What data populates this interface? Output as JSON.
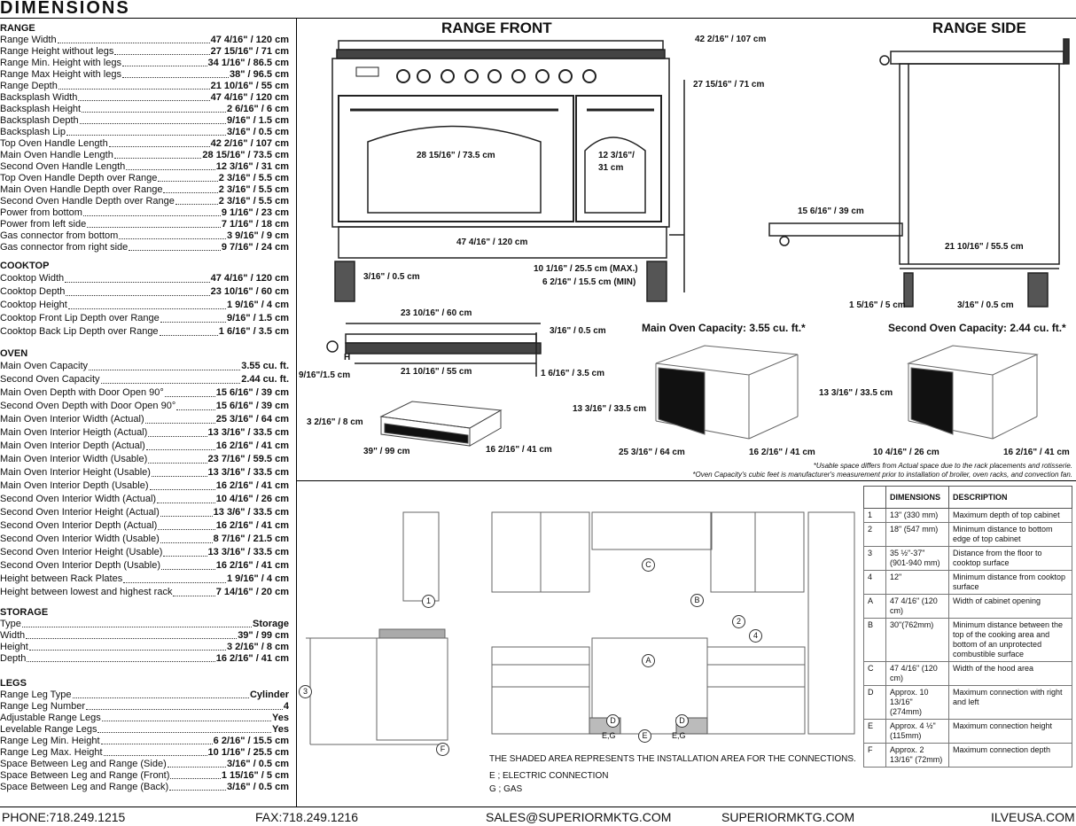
{
  "page": {
    "title": "DIMENSIONS"
  },
  "range": {
    "heading": "RANGE",
    "rows": [
      {
        "label": "Range Width",
        "value": "47 4/16\" / 120 cm"
      },
      {
        "label": "Range Height without legs",
        "value": "27 15/16\" / 71 cm"
      },
      {
        "label": "Range Min. Height with legs",
        "value": "34 1/16\" / 86.5 cm"
      },
      {
        "label": "Range Max Height with legs",
        "value": "38\" / 96.5 cm"
      },
      {
        "label": "Range Depth",
        "value": "21 10/16\" / 55 cm"
      },
      {
        "label": "Backsplash Width",
        "value": "47 4/16\" / 120 cm"
      },
      {
        "label": "Backsplash Height",
        "value": "2 6/16\" / 6 cm"
      },
      {
        "label": "Backsplash Depth",
        "value": "9/16\" / 1.5 cm"
      },
      {
        "label": "Backsplash Lip",
        "value": "3/16\" / 0.5 cm"
      },
      {
        "label": "Top Oven Handle Length",
        "value": "42 2/16\" / 107 cm"
      },
      {
        "label": "Main Oven Handle Length",
        "value": "28 15/16\" / 73.5 cm"
      },
      {
        "label": "Second Oven Handle Length",
        "value": "12 3/16\" / 31 cm"
      },
      {
        "label": "Top Oven Handle Depth over Range",
        "value": "2 3/16\" / 5.5 cm"
      },
      {
        "label": "Main Oven Handle Depth over Range",
        "value": "2 3/16\" / 5.5 cm"
      },
      {
        "label": "Second Oven Handle Depth over Range",
        "value": "2 3/16\" / 5.5 cm"
      },
      {
        "label": "Power from bottom",
        "value": "9 1/16\" / 23 cm"
      },
      {
        "label": "Power from left side",
        "value": "7 1/16\" / 18 cm"
      },
      {
        "label": "Gas connector from bottom",
        "value": "3 9/16\" / 9 cm"
      },
      {
        "label": "Gas connector from right side",
        "value": "9 7/16\" / 24 cm"
      }
    ]
  },
  "cooktop": {
    "heading": "COOKTOP",
    "rows": [
      {
        "label": "Cooktop Width",
        "value": "47 4/16\" / 120 cm"
      },
      {
        "label": "Cooktop Depth",
        "value": "23 10/16\" / 60 cm"
      },
      {
        "label": "Cooktop Height",
        "value": "1 9/16\" / 4 cm"
      },
      {
        "label": "Cooktop Front Lip Depth over Range",
        "value": "9/16\" / 1.5 cm"
      },
      {
        "label": "Cooktop Back Lip Depth over Range",
        "value": "1 6/16\" / 3.5 cm"
      }
    ]
  },
  "oven": {
    "heading": "OVEN",
    "rows": [
      {
        "label": "Main Oven Capacity",
        "value": "3.55 cu. ft."
      },
      {
        "label": "Second Oven Capacity",
        "value": "2.44 cu. ft."
      },
      {
        "label": "Main Oven Depth with Door Open 90°",
        "value": "15 6/16\" / 39 cm"
      },
      {
        "label": "Second Oven Depth with Door Open 90°",
        "value": "15 6/16\" / 39 cm"
      },
      {
        "label": "Main Oven Interior Width (Actual)",
        "value": "25 3/16\" / 64 cm"
      },
      {
        "label": "Main Oven Interior Heigth (Actual)",
        "value": "13 3/16\" / 33.5 cm"
      },
      {
        "label": "Main Oven Interior Depth (Actual)",
        "value": "16 2/16\" / 41 cm"
      },
      {
        "label": "Main Oven Interior Width (Usable)",
        "value": "23 7/16\" / 59.5 cm"
      },
      {
        "label": "Main Oven Interior Height (Usable)",
        "value": "13 3/16\" / 33.5 cm"
      },
      {
        "label": "Main Oven Interior Depth (Usable)",
        "value": "16 2/16\" / 41 cm"
      },
      {
        "label": "Second Oven Interior Width (Actual)",
        "value": "10 4/16\" / 26 cm"
      },
      {
        "label": "Second Oven Interior Height (Actual)",
        "value": "13 3/6\" / 33.5 cm"
      },
      {
        "label": "Second Oven Interior Depth (Actual)",
        "value": "16 2/16\" / 41 cm"
      },
      {
        "label": "Second Oven Interior Width (Usable)",
        "value": "8 7/16\" / 21.5 cm"
      },
      {
        "label": "Second Oven Interior Height (Usable)",
        "value": "13 3/16\" / 33.5 cm"
      },
      {
        "label": "Second Oven Interior Depth (Usable)",
        "value": "16 2/16\" / 41 cm"
      },
      {
        "label": "Height between Rack Plates",
        "value": "1 9/16\" / 4 cm"
      },
      {
        "label": "Height between lowest and highest rack",
        "value": "7 14/16\" / 20 cm"
      }
    ]
  },
  "storage": {
    "heading": "STORAGE",
    "rows": [
      {
        "label": "Type",
        "value": "Storage"
      },
      {
        "label": "Width",
        "value": "39\" / 99 cm"
      },
      {
        "label": "Height",
        "value": "3 2/16\" / 8 cm"
      },
      {
        "label": "Depth",
        "value": "16 2/16\" / 41 cm"
      }
    ]
  },
  "legs": {
    "heading": "LEGS",
    "rows": [
      {
        "label": "Range Leg Type",
        "value": "Cylinder"
      },
      {
        "label": "Range Leg Number",
        "value": "4"
      },
      {
        "label": "Adjustable Range Legs",
        "value": "Yes"
      },
      {
        "label": "Levelable Range Legs",
        "value": "Yes"
      },
      {
        "label": "Range Leg Min. Height",
        "value": "6 2/16\" / 15.5 cm"
      },
      {
        "label": "Range Leg Max. Height",
        "value": "10 1/16\" / 25.5 cm"
      },
      {
        "label": "Space Between Leg and Range (Side)",
        "value": "3/16\" / 0.5 cm"
      },
      {
        "label": "Space Between Leg and Range (Front)",
        "value": "1 15/16\" / 5 cm"
      },
      {
        "label": "Space Between Leg and Range (Back)",
        "value": "3/16\" / 0.5 cm"
      }
    ]
  },
  "drawings": {
    "front_title": "RANGE FRONT",
    "side_title": "RANGE SIDE",
    "front": {
      "top_handle": "42 2/16\" / 107 cm",
      "height": "27 15/16\" / 71 cm",
      "main_handle": "28 15/16\" / 73.5 cm",
      "second_handle_a": "12 3/16\"/",
      "second_handle_b": "31 cm",
      "width": "47 4/16\" / 120 cm",
      "lip": "3/16\" / 0.5 cm",
      "leg_max": "10 1/16\" / 25.5 cm (MAX.)",
      "leg_min": "6 2/16\" / 15.5 cm (MIN)"
    },
    "side": {
      "door_open": "15 6/16\" / 39 cm",
      "depth": "21 10/16\" / 55.5 cm",
      "leg_front": "1 5/16\" / 5 cm",
      "leg_back": "3/16\" / 0.5 cm"
    },
    "cooktop": {
      "depth": "23 10/16\" / 60 cm",
      "back_lip": "3/16\" / 0.5 cm",
      "range_depth": "21 10/16\" / 55 cm",
      "front_lip": "9/16\"/1.5 cm",
      "back_lip2": "1 6/16\" / 3.5 cm",
      "h": "H"
    },
    "storage": {
      "height": "3 2/16\" / 8 cm",
      "width": "39\" / 99 cm",
      "depth": "16 2/16\" / 41 cm"
    },
    "main_cap": {
      "title": "Main Oven Capacity: 3.55 cu. ft.*",
      "height": "13 3/16\" / 33.5 cm",
      "width": "25 3/16\" / 64 cm",
      "depth": "16 2/16\" / 41 cm"
    },
    "second_cap": {
      "title": "Second Oven Capacity: 2.44 cu. ft.*",
      "height": "13 3/16\" / 33.5 cm",
      "width": "10 4/16\" / 26 cm",
      "depth": "16 2/16\" / 41 cm"
    },
    "note1": "*Usable space differs from Actual space due to the rack placements and rotisserie.",
    "note2": "*Oven Capacity's cubic feet is manufacturer's measurement prior to installation of broiler, oven racks, and convection fan."
  },
  "install": {
    "labels": {
      "one": "1",
      "two": "2",
      "three": "3",
      "four": "4",
      "A": "A",
      "B": "B",
      "C": "C",
      "D": "D",
      "E": "E",
      "F": "F",
      "EG": "E,G"
    },
    "shaded": "THE SHADED AREA REPRESENTS THE INSTALLATION AREA FOR THE CONNECTIONS.",
    "electric": "E ; ELECTRIC CONNECTION",
    "gas": "G ; GAS",
    "table": {
      "h1": "DIMENSIONS",
      "h2": "DESCRIPTION",
      "rows": [
        {
          "k": "1",
          "d": "13\" (330 mm)",
          "desc": "Maximum depth of top cabinet"
        },
        {
          "k": "2",
          "d": "18\" (547 mm)",
          "desc": "Minimum distance to bottom edge of top cabinet"
        },
        {
          "k": "3",
          "d": "35 ½\"-37\" (901-940 mm)",
          "desc": "Distance from the floor to cooktop surface"
        },
        {
          "k": "4",
          "d": "12\"",
          "desc": "Minimum distance from cooktop surface"
        },
        {
          "k": "A",
          "d": "47 4/16\" (120 cm)",
          "desc": "Width of cabinet opening"
        },
        {
          "k": "B",
          "d": "30\"(762mm)",
          "desc": "Minimum distance between the top of the cooking area and bottom of an unprotected combustible surface"
        },
        {
          "k": "C",
          "d": "47 4/16\" (120 cm)",
          "desc": "Width of the hood area"
        },
        {
          "k": "D",
          "d": "Approx. 10 13/16\" (274mm)",
          "desc": "Maximum connection with right and left"
        },
        {
          "k": "E",
          "d": "Approx. 4 ½\" (115mm)",
          "desc": "Maximum connection height"
        },
        {
          "k": "F",
          "d": "Approx. 2 13/16\" (72mm)",
          "desc": "Maximum connection depth"
        }
      ]
    }
  },
  "footer": {
    "phone": "PHONE:718.249.1215",
    "fax": "FAX:718.249.1216",
    "email": "SALES@SUPERIORMKTG.COM",
    "site1": "SUPERIORMKTG.COM",
    "site2": "ILVEUSA.COM"
  }
}
